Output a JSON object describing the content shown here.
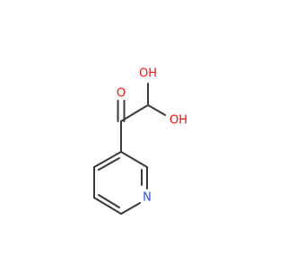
{
  "molecule": {
    "atoms": {
      "carbonyl_oxygen": "O",
      "hydroxyl_oxygen_top": "OH",
      "hydroxyl_oxygen_right": "OH",
      "ring_nitrogen": "N"
    },
    "colors": {
      "bond": "#3a3a3a",
      "oxygen": "#ff0d0d",
      "nitrogen": "#3050f8"
    }
  }
}
